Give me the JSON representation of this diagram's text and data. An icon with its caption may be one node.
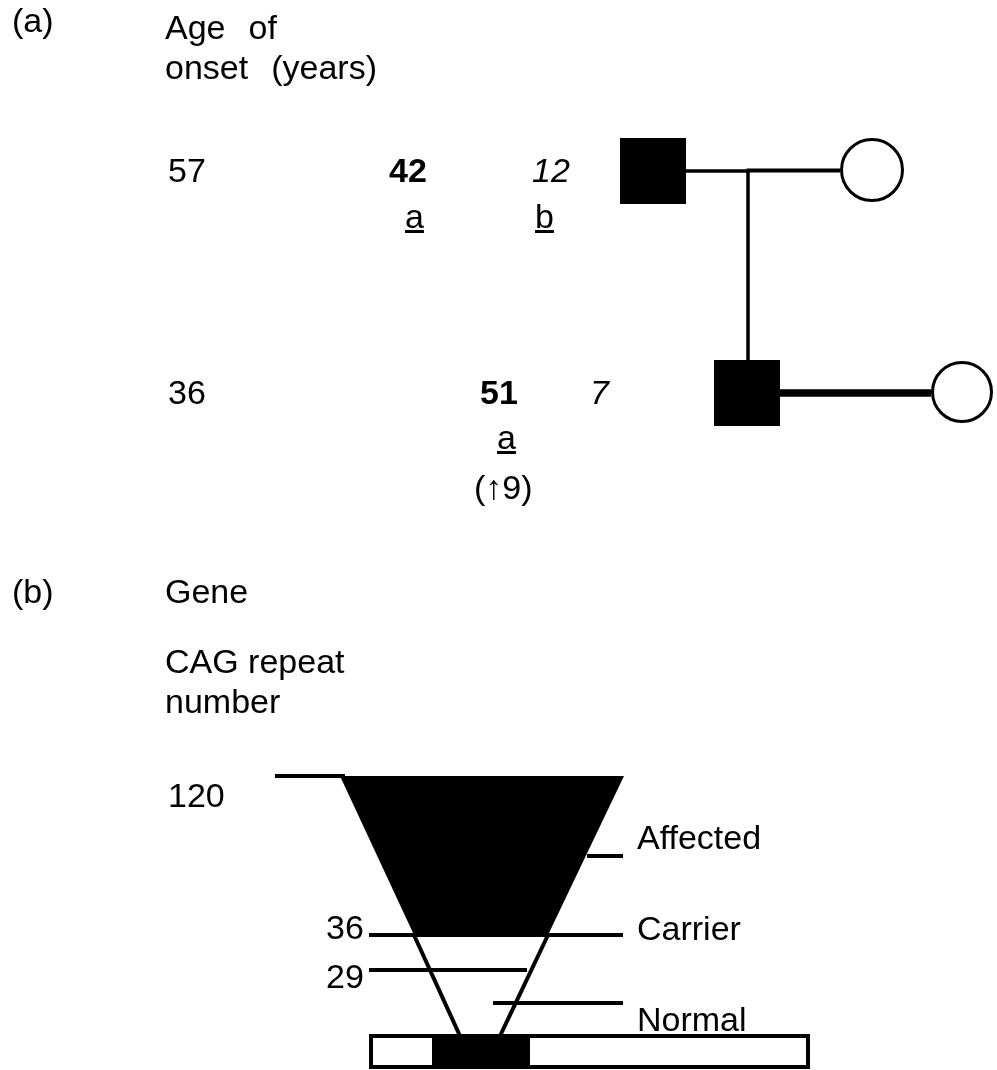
{
  "diagram": {
    "nodes": [
      {
        "text": [],
        "shape": "box"
      },
      {
        "text": [],
        "shape": "circle"
      },
      {
        "text": [],
        "shape": "box"
      },
      {
        "text": [],
        "shape": "circle"
      }
    ],
    "edges": [
      {
        "from": 0,
        "to": 1,
        "arrow": "none"
      },
      {
        "from": 0,
        "to": 2,
        "arrow": "none"
      },
      {
        "from": 1,
        "to": 2,
        "arrow": "none"
      },
      {
        "from": 2,
        "to": 3,
        "arrow": "none",
        "style": "thick"
      }
    ],
    "labels": [
      "(a)",
      "Age of onset (years)",
      "57",
      "42",
      "a",
      "12",
      "b",
      "36",
      "51",
      "a",
      "(↑9)",
      "7",
      "(b)",
      "Gene",
      "CAG repeat number",
      "120",
      "36",
      "Affected",
      "Carrier",
      "29",
      "Normal"
    ]
  }
}
